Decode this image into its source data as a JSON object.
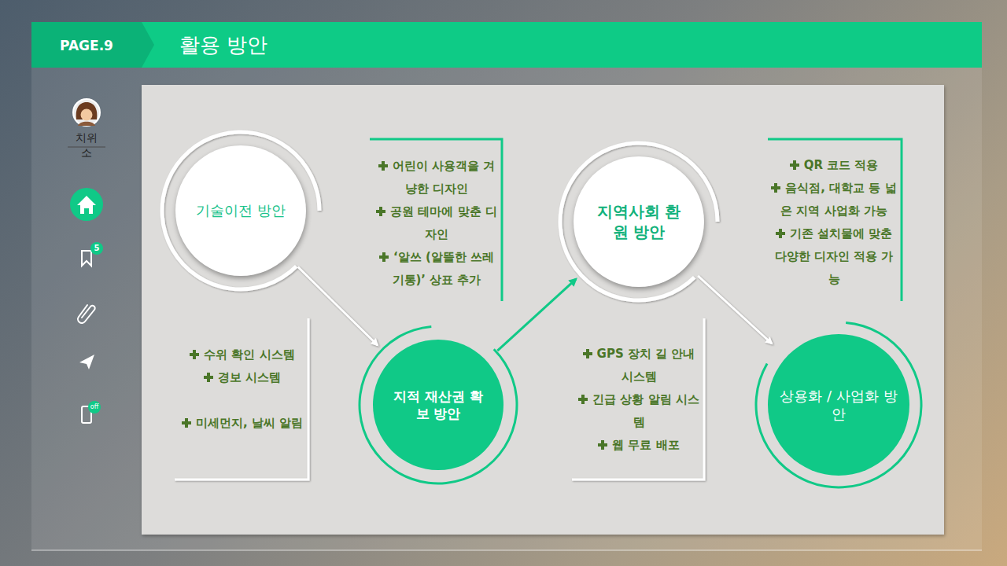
{
  "diagram": {
    "title": "활용 방안",
    "nodes": [
      {
        "text": [
          "기술이전 방안"
        ]
      },
      {
        "text": [
          "지적 재산권 확보 방안"
        ]
      },
      {
        "text": [
          "지역사회 환원 방안"
        ]
      },
      {
        "text": [
          "상용화 / 사업화 방안"
        ]
      }
    ],
    "edges": [
      {
        "from": 0,
        "to": 1,
        "arrow": "to"
      },
      {
        "from": 1,
        "to": 2,
        "arrow": "to"
      },
      {
        "from": 2,
        "to": 3,
        "arrow": "to"
      }
    ],
    "labels": [
      "PAGE.9",
      "치위소",
      "5",
      "off",
      "어린이 사용객을 겨냥한 디자인",
      "공원 테마에 맞춘 디자인",
      "‘알쓰 (알뜰한 쓰레기통)’ 상표 추가",
      "수위 확인 시스템",
      "경보 시스템",
      "미세먼지, 날씨 알림",
      "GPS 장치 길 안내 시스템",
      "긴급 상황 알림 시스템",
      "웹 무료 배포",
      "QR 코드 적용",
      "음식점, 대학교 등 넓은 지역 사업화 가능",
      "기존 설치물에 맞춘 다양한 디자인 적용 가능"
    ]
  }
}
